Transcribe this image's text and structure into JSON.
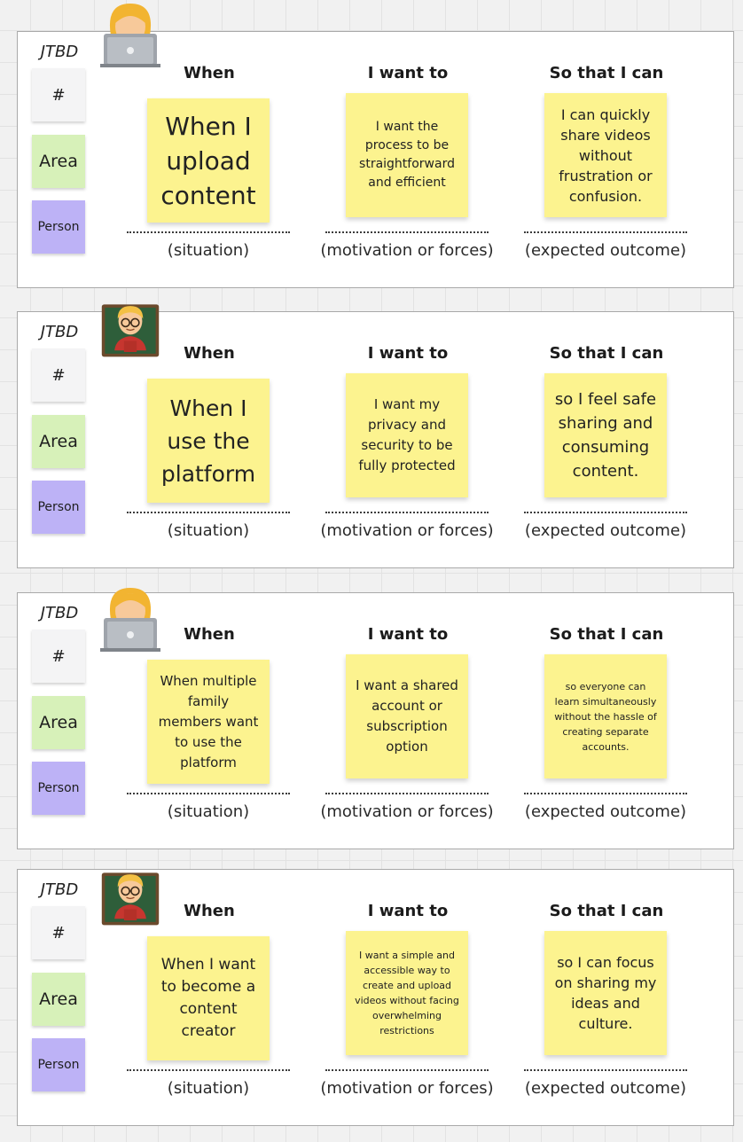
{
  "labels": {
    "jtbd": "JTBD",
    "tag_hash": "#",
    "tag_area": "Area",
    "tag_person": "Person"
  },
  "columns": {
    "when": "When",
    "want": "I want to",
    "so_that": "So that I can"
  },
  "captions": {
    "situation": "(situation)",
    "motivation": "(motivation or forces)",
    "outcome": "(expected outcome)"
  },
  "colors": {
    "sticky_yellow": "#fcf38f",
    "tag_gray": "#f4f4f5",
    "tag_green": "#d7f1b9",
    "tag_purple": "#bdb2f6"
  },
  "cards": [
    {
      "avatar": "woman-technologist-emoji",
      "when": "When I upload content",
      "want": "I want the process to be straightforward and efficient",
      "so_that": "I can quickly share videos without frustration or confusion."
    },
    {
      "avatar": "man-teacher-emoji",
      "when": "When I use the platform",
      "want": "I want my privacy and security to be fully protected",
      "so_that": "so I feel safe sharing and consuming content."
    },
    {
      "avatar": "woman-technologist-emoji",
      "when": "When multiple family members want to use the platform",
      "want": "I want a shared account or subscription option",
      "so_that": "so everyone can learn simultaneously without the hassle of creating separate accounts."
    },
    {
      "avatar": "man-teacher-emoji",
      "when": "When I want to become a content creator",
      "want": "I want a simple and accessible way to create and upload videos without facing overwhelming restrictions",
      "so_that": "so I can focus on sharing my ideas and culture."
    }
  ]
}
